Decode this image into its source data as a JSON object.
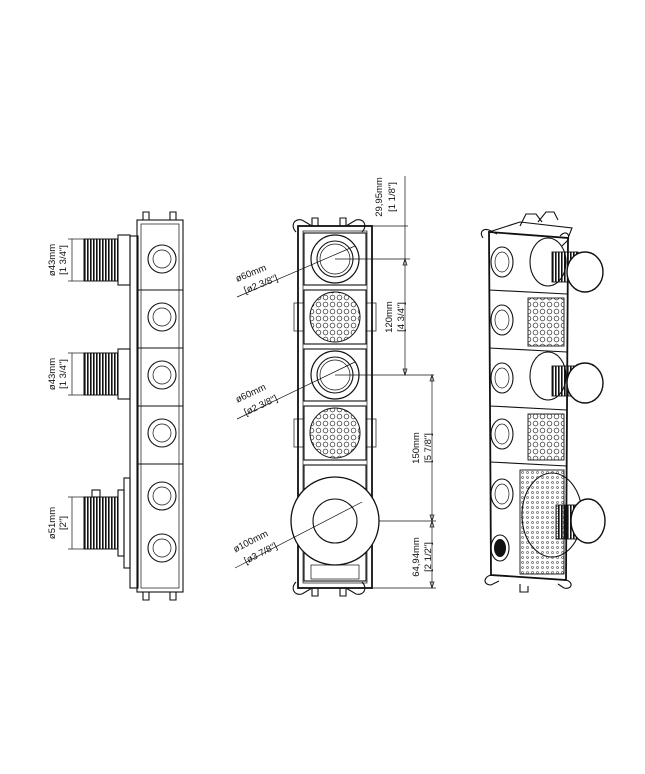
{
  "side_view": {
    "handle_1": {
      "metric": "ø43mm",
      "imperial": "[1 3/4\"]"
    },
    "handle_2": {
      "metric": "ø43mm",
      "imperial": "[1 3/4\"]"
    },
    "handle_3": {
      "metric": "ø51mm",
      "imperial": "[2\"]"
    }
  },
  "front_view": {
    "top_offset": {
      "metric": "29,95mm",
      "imperial": "[1 1/8\"]"
    },
    "spacing_1": {
      "metric": "120mm",
      "imperial": "[4 3/4\"]"
    },
    "spacing_2": {
      "metric": "150mm",
      "imperial": "[5 7/8\"]"
    },
    "bottom_offset": {
      "metric": "64,94mm",
      "imperial": "[2 1/2\"]"
    },
    "circle_1": {
      "metric": "ø60mm",
      "imperial": "[ø2 3/8\"]"
    },
    "circle_2": {
      "metric": "ø60mm",
      "imperial": "[ø2 3/8\"]"
    },
    "circle_3": {
      "metric": "ø100mm",
      "imperial": "[ø3 7/8\"]"
    }
  },
  "colors": {
    "line": "#111111",
    "background": "#ffffff"
  }
}
